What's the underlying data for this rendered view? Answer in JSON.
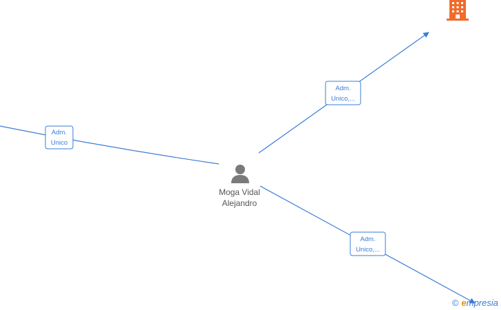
{
  "person": {
    "name_line1": "Moga Vidal",
    "name_line2": "Alejandro",
    "icon": "person-icon"
  },
  "company": {
    "icon": "building-icon",
    "color": "#f26b2a"
  },
  "edges": [
    {
      "id": "left",
      "label_line1": "Adm.",
      "label_line2": "Unico"
    },
    {
      "id": "top-right",
      "label_line1": "Adm.",
      "label_line2": "Unico,..."
    },
    {
      "id": "bottom-right",
      "label_line1": "Adm.",
      "label_line2": "Unico,..."
    }
  ],
  "colors": {
    "edge": "#3a7bd5",
    "node_icon": "#7a7a7a"
  },
  "watermark": {
    "copyright": "©",
    "brand_e": "e",
    "brand_rest": "mpresia"
  }
}
